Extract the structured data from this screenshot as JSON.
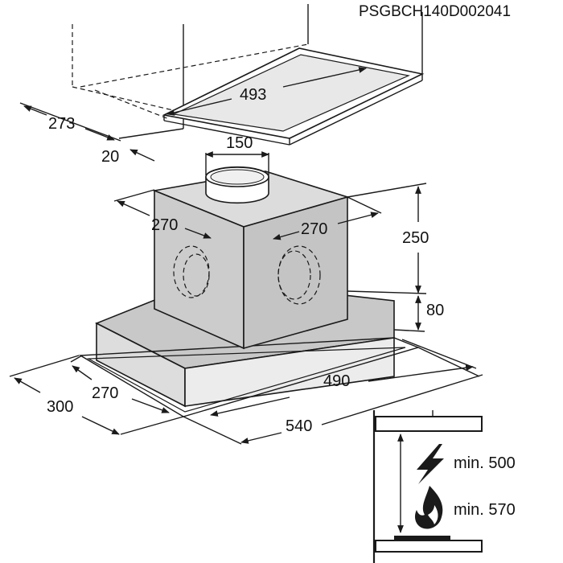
{
  "diagram": {
    "code": "PSGBCH140D002041",
    "dimensions": {
      "cabinet_width": "493",
      "cabinet_depth": "273",
      "cabinet_offset": "20",
      "duct_diameter": "150",
      "box_left": "270",
      "box_right": "270",
      "box_height": "250",
      "body_height": "80",
      "body_width": "490",
      "body_depth_inner": "270",
      "body_depth": "300",
      "total_width": "540"
    },
    "clearance": {
      "electric": "min. 500",
      "gas": "min. 570"
    },
    "icons": [
      "lightning-icon",
      "flame-icon"
    ],
    "colors": {
      "line": "#1a1a1a",
      "panel": "#c8c8c8",
      "background": "#ffffff"
    }
  }
}
